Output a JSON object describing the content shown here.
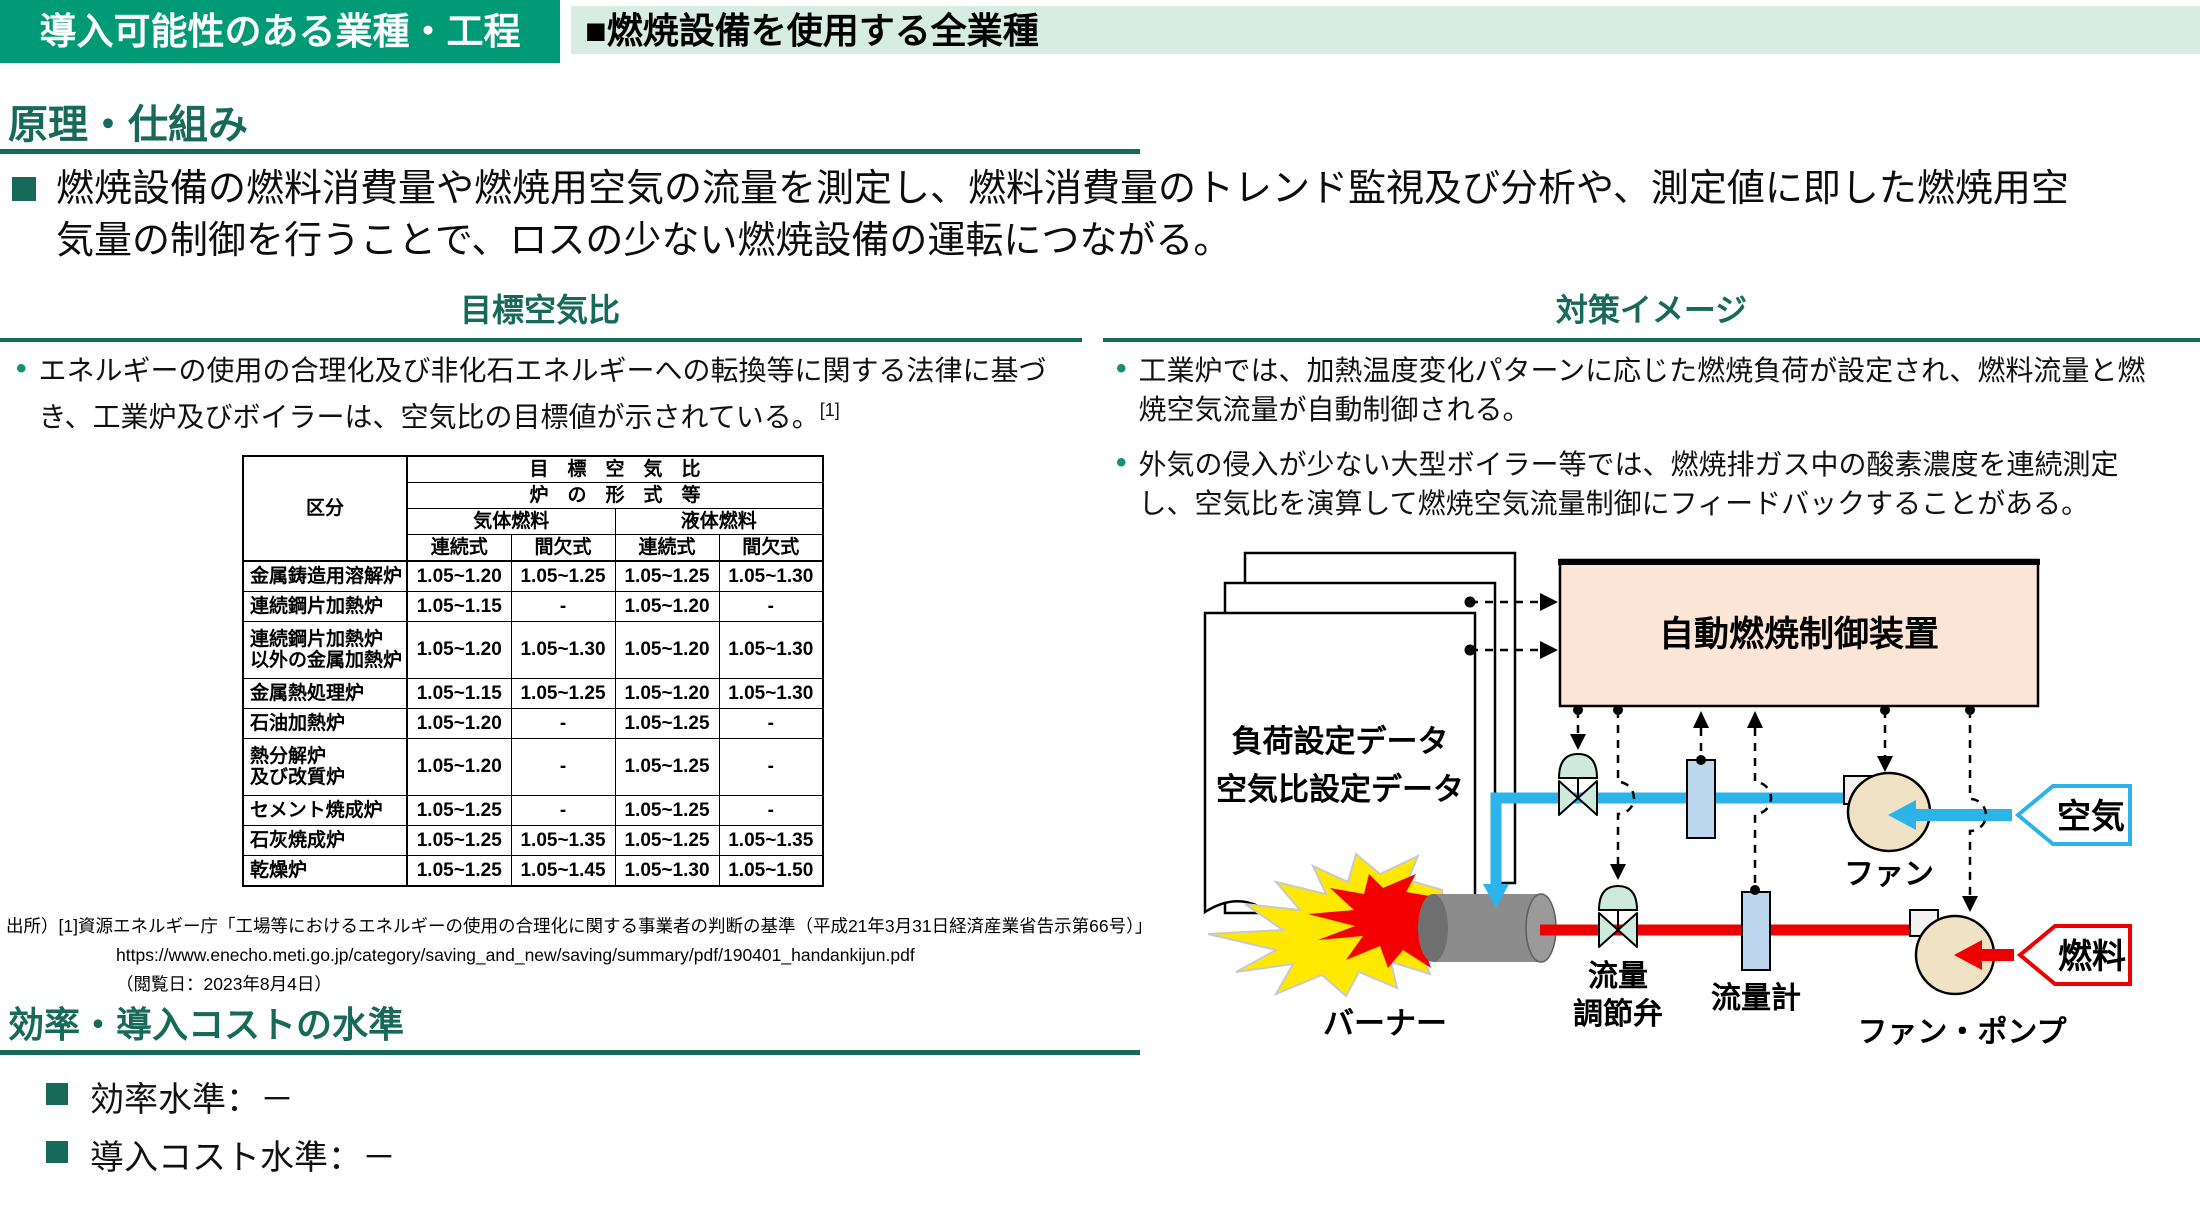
{
  "header": {
    "category_label": "導入可能性のある業種・工程",
    "industry_label": "■燃焼設備を使用する全業種"
  },
  "glyphs": {
    "dot": "•"
  },
  "principle": {
    "title": "原理・仕組み",
    "bullet": "燃焼設備の燃料消費量や燃焼用空気の流量を測定し、燃料消費量のトレンド監視及び分析や、測定値に即した燃焼用空気量の制御を行うことで、ロスの少ない燃焼設備の運転につながる。"
  },
  "target_air_ratio": {
    "title": "目標空気比",
    "bullet": "エネルギーの使用の合理化及び非化石エネルギーへの転換等に関する法律に基づき、工業炉及びボイラーは、空気比の目標値が示されている。",
    "bullet_ref": "[1]",
    "table": {
      "header": {
        "category": "区分",
        "title": "目　標　空　気　比",
        "form": "炉　の　形　式　等",
        "gas": "気体燃料",
        "liquid": "液体燃料",
        "modes": [
          "連続式",
          "間欠式",
          "連続式",
          "間欠式"
        ]
      },
      "rows": [
        [
          "金属鋳造用溶解炉",
          "1.05~1.20",
          "1.05~1.25",
          "1.05~1.25",
          "1.05~1.30"
        ],
        [
          "連続鋼片加熱炉",
          "1.05~1.15",
          "-",
          "1.05~1.20",
          "-"
        ],
        [
          "連続鋼片加熱炉\n以外の金属加熱炉",
          "1.05~1.20",
          "1.05~1.30",
          "1.05~1.20",
          "1.05~1.30"
        ],
        [
          "金属熱処理炉",
          "1.05~1.15",
          "1.05~1.25",
          "1.05~1.20",
          "1.05~1.30"
        ],
        [
          "石油加熱炉",
          "1.05~1.20",
          "-",
          "1.05~1.25",
          "-"
        ],
        [
          "熱分解炉\n及び改質炉",
          "1.05~1.20",
          "-",
          "1.05~1.25",
          "-"
        ],
        [
          "セメント焼成炉",
          "1.05~1.25",
          "-",
          "1.05~1.25",
          "-"
        ],
        [
          "石灰焼成炉",
          "1.05~1.25",
          "1.05~1.35",
          "1.05~1.25",
          "1.05~1.35"
        ],
        [
          "乾燥炉",
          "1.05~1.25",
          "1.05~1.45",
          "1.05~1.30",
          "1.05~1.50"
        ]
      ]
    },
    "source_line1": "出所）[1]資源エネルギー庁「工場等におけるエネルギーの使用の合理化に関する事業者の判断の基準（平成21年3月31日経済産業省告示第66号）」",
    "source_line2": "https://www.enecho.meti.go.jp/category/saving_and_new/saving/summary/pdf/190401_handankijun.pdf",
    "source_line3": "（閲覧日：2023年8月4日）"
  },
  "countermeasure": {
    "title": "対策イメージ",
    "bullet1": "工業炉では、加熱温度変化パターンに応じた燃焼負荷が設定され、燃料流量と燃焼空気流量が自動制御される。",
    "bullet2": "外気の侵入が少ない大型ボイラー等では、燃焼排ガス中の酸素濃度を連続測定し、空気比を演算して燃焼空気流量制御にフィードバックすることがある。",
    "diagram": {
      "papers_line1": "負荷設定データ",
      "papers_line2": "空気比設定データ",
      "controller": "自動燃焼制御装置",
      "burner": "バーナー",
      "fuel_valve_line1": "流量",
      "fuel_valve_line2": "調節弁",
      "flow_meter": "流量計",
      "fan": "ファン",
      "fan_pump": "ファン・ポンプ",
      "air": "空気",
      "fuel": "燃料",
      "colors": {
        "air_pipe": "#2BB3EA",
        "fuel_pipe": "#EE0000",
        "controller_fill": "#FBE5D6",
        "valve_fill": "#CDEADD",
        "meter_fill": "#BDD7EE",
        "fan_fill": "#F0E2C4"
      }
    }
  },
  "efficiency": {
    "title": "効率・導入コストの水準",
    "item1": "効率水準：－",
    "item2": "導入コスト水準：－"
  }
}
